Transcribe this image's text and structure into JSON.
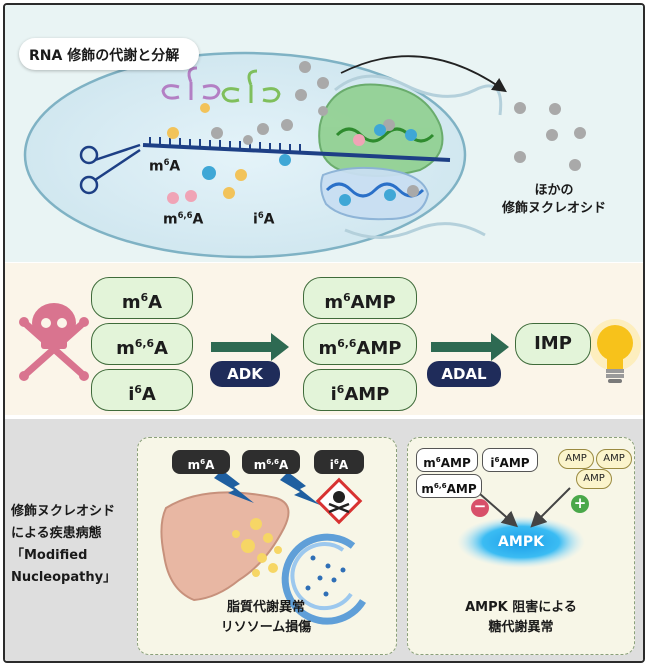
{
  "panel1": {
    "title": "RNA 修飾の代謝と分解",
    "cell_labels": {
      "m6A_base": "m",
      "m6A_sup": "6",
      "m6A_tail": "A",
      "m66A_base": "m",
      "m66A_sup": "6,6",
      "m66A_tail": "A",
      "i6A_base": "i",
      "i6A_sup": "6",
      "i6A_tail": "A"
    },
    "other_nucleosides": [
      "ほかの",
      "修飾ヌクレオシド"
    ]
  },
  "panel2": {
    "inputs": [
      {
        "base": "m",
        "sup": "6",
        "tail": "A"
      },
      {
        "base": "m",
        "sup": "6,6",
        "tail": "A"
      },
      {
        "base": "i",
        "sup": "6",
        "tail": "A"
      }
    ],
    "enzyme1": "ADK",
    "intermediates": [
      {
        "base": "m",
        "sup": "6",
        "tail": "AMP"
      },
      {
        "base": "m",
        "sup": "6,6",
        "tail": "AMP"
      },
      {
        "base": "i",
        "sup": "6",
        "tail": "AMP"
      }
    ],
    "enzyme2": "ADAL",
    "product": "IMP"
  },
  "panel3": {
    "side_title": [
      "修飾ヌクレオシド",
      "による疾患病態",
      "「Modified",
      "Nucleopathy」"
    ],
    "left_card": {
      "tags": [
        {
          "base": "m",
          "sup": "6",
          "tail": "A"
        },
        {
          "base": "m",
          "sup": "6,6",
          "tail": "A"
        },
        {
          "base": "i",
          "sup": "6",
          "tail": "A"
        }
      ],
      "caption": [
        "脂質代謝異常",
        "リソソーム損傷"
      ]
    },
    "right_card": {
      "inhibitors": [
        {
          "base": "m",
          "sup": "6",
          "tail": "AMP"
        },
        {
          "base": "i",
          "sup": "6",
          "tail": "AMP"
        },
        {
          "base": "m",
          "sup": "6,6",
          "tail": "AMP"
        }
      ],
      "activators": [
        "AMP",
        "AMP",
        "AMP"
      ],
      "minus": "−",
      "plus": "+",
      "target": "AMPK",
      "caption": [
        "AMPK 阻害による",
        "糖代謝異常"
      ]
    }
  }
}
